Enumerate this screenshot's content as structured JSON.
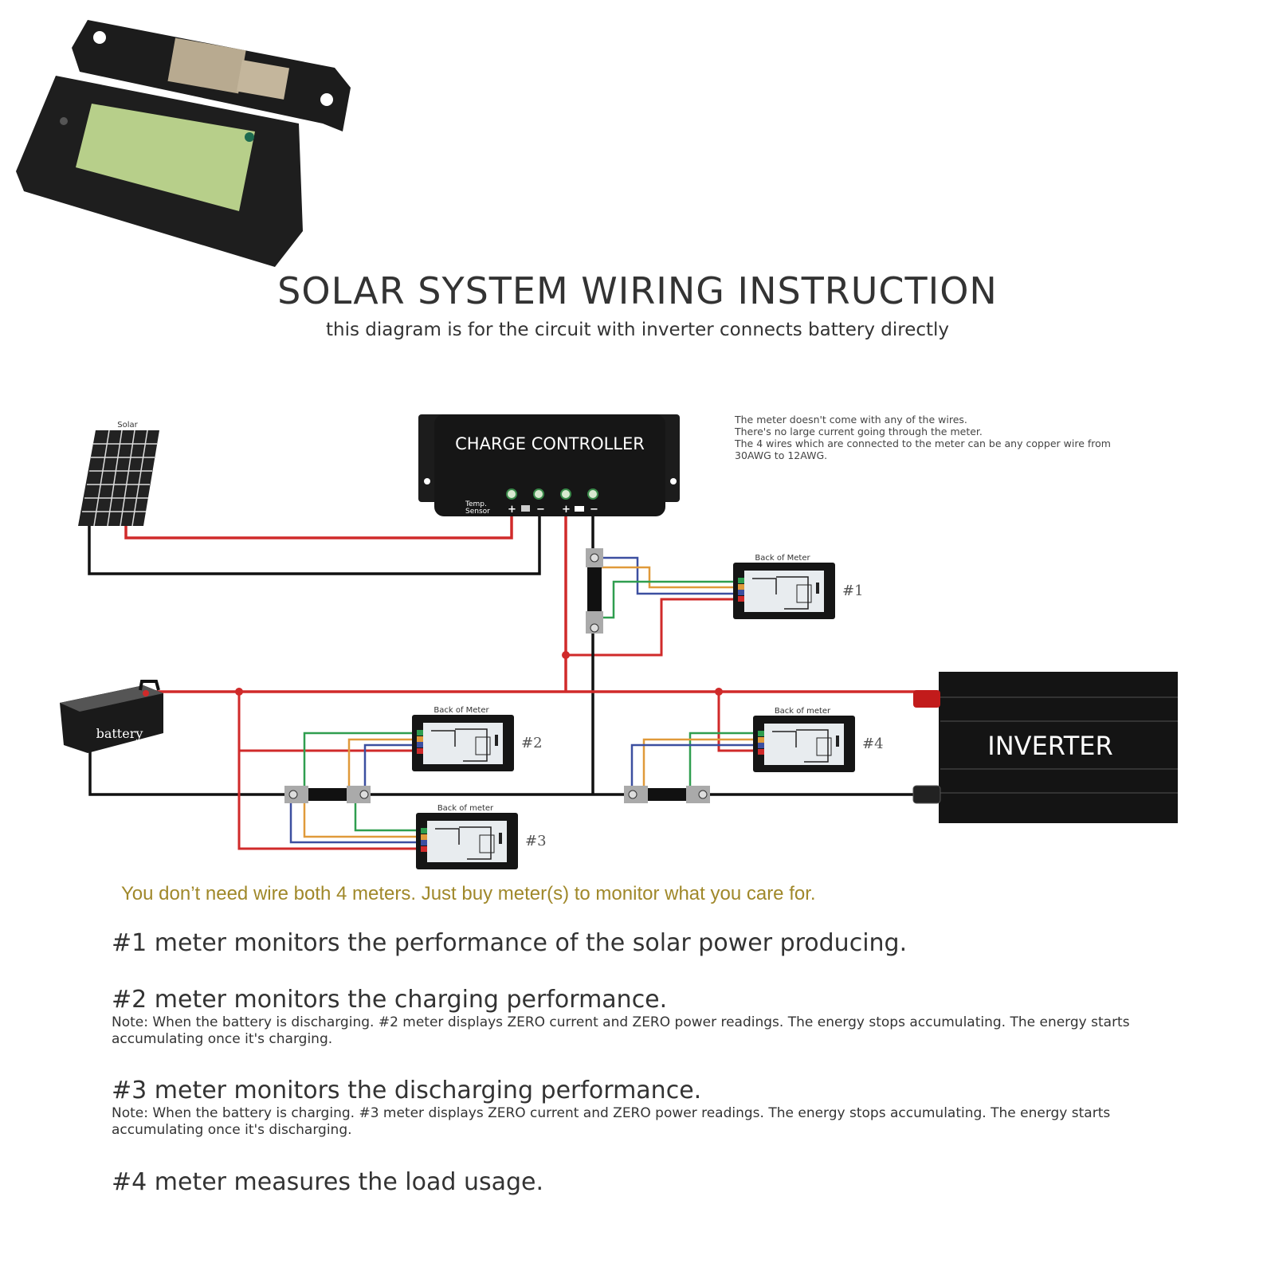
{
  "header": {
    "title": "SOLAR SYSTEM WIRING INSTRUCTION",
    "subtitle": "this diagram is for the circuit with inverter connects battery directly"
  },
  "components": {
    "solar_label": "Solar",
    "charge_controller": "CHARGE CONTROLLER",
    "temp_sensor_line1": "Temp.",
    "temp_sensor_line2": "Sensor",
    "terminal_plus": "+",
    "terminal_minus": "−",
    "battery": "battery",
    "inverter": "INVERTER"
  },
  "meters": [
    {
      "caption": "Back of Meter",
      "number": "#1"
    },
    {
      "caption": "Back of Meter",
      "number": "#2"
    },
    {
      "caption": "Back of meter",
      "number": "#3"
    },
    {
      "caption": "Back of meter",
      "number": "#4"
    }
  ],
  "wire_notes": [
    "The meter doesn't come with any of the wires.",
    "There's no large current going through the meter.",
    "The 4 wires which are connected to the meter can be any copper wire from",
    "30AWG to 12AWG."
  ],
  "hint": "You don’t need wire both 4 meters. Just buy meter(s) to monitor what you care for.",
  "descriptions": [
    {
      "heading": "#1 meter monitors the performance of the solar power producing.",
      "note": ""
    },
    {
      "heading": "#2 meter monitors the charging performance.",
      "note": "Note: When the battery is discharging. #2 meter displays ZERO current and ZERO power readings. The energy stops accumulating. The energy starts accumulating once it's charging."
    },
    {
      "heading": " #3 meter monitors the discharging performance.",
      "note": "Note: When the battery is charging. #3 meter displays ZERO current and ZERO power readings. The energy stops accumulating. The energy starts accumulating once it's discharging."
    },
    {
      "heading": "#4 meter measures the load usage.",
      "note": ""
    }
  ],
  "colors": {
    "positive_wire": "#d02a2a",
    "negative_wire": "#111111",
    "signal_green": "#2f9e4f",
    "signal_orange": "#e09a3a",
    "signal_blue": "#3c4fa0",
    "hint_text": "#a0882a"
  }
}
